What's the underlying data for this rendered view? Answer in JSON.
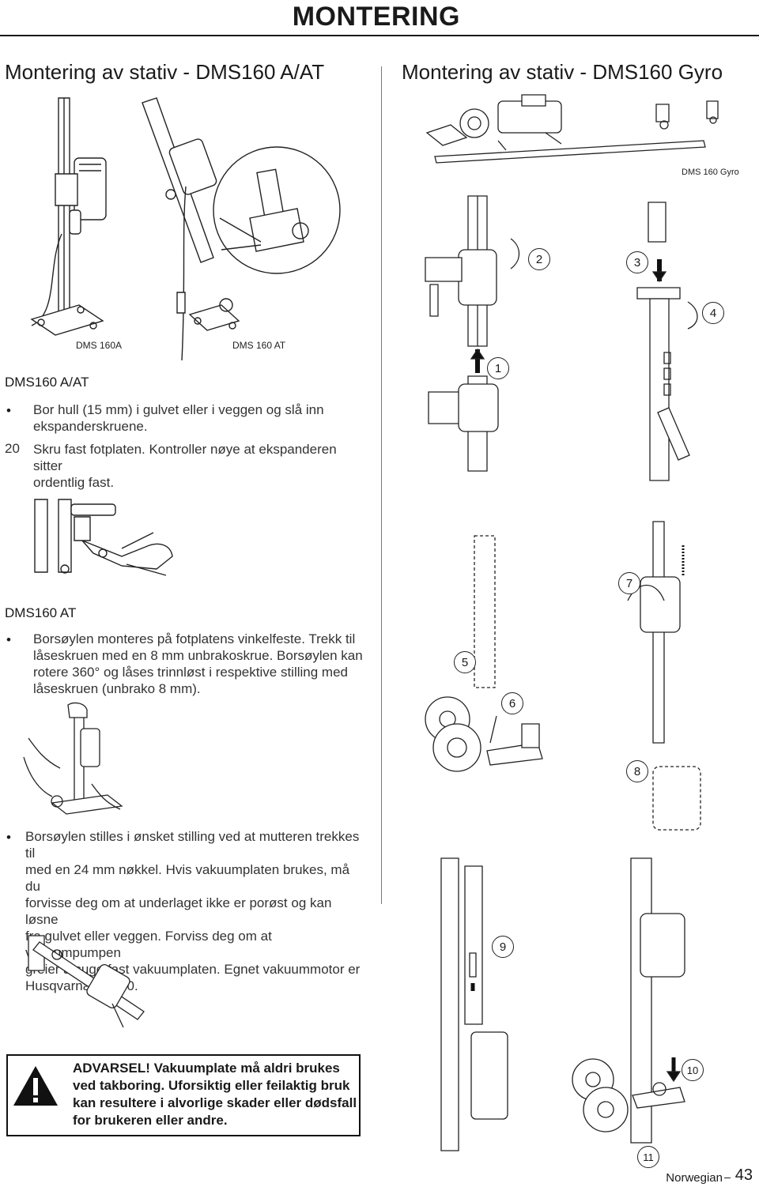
{
  "header": {
    "title": "MONTERING"
  },
  "left": {
    "section_title": "Montering av stativ - DMS160 A/AT",
    "captions": {
      "dms160a": "DMS 160A",
      "dms160at": "DMS 160 AT"
    },
    "sub1": "DMS160 A/AT",
    "sub1_items": [
      {
        "marker": "•",
        "lines": [
          "Bor hull (15 mm) i gulvet eller i veggen og slå inn",
          "ekspanderskruene."
        ]
      },
      {
        "marker": "20",
        "lines": [
          "Skru fast fotplaten. Kontroller nøye at ekspanderen sitter",
          "ordentlig fast."
        ]
      }
    ],
    "sub2": "DMS160 AT",
    "sub2_items": [
      {
        "marker": "•",
        "lines": [
          "Borsøylen monteres på fotplatens vinkelfeste. Trekk til",
          "låseskruen med en 8 mm unbrakoskrue. Borsøylen kan",
          "rotere 360° og låses trinnløst i respektive stilling med",
          "låseskruen (unbrako 8 mm)."
        ]
      }
    ],
    "item3": {
      "marker": "•",
      "lines": [
        "Borsøylen stilles i ønsket stilling ved at mutteren trekkes til",
        "med en 24 mm nøkkel. Hvis vakuumplaten brukes, må du",
        "forvisse deg om at underlaget ikke er porøst og kan løsne",
        "fra gulvet eller veggen. Forviss deg om at vakuumpumpen",
        "greier å suge fast vakuumplaten. Egnet vakuummotor er",
        "Husqvarna VP200."
      ]
    },
    "warning": {
      "icon": "warning-triangle-icon",
      "lines": [
        "ADVARSEL! Vakuumplate må aldri brukes",
        "ved takboring. Uforsiktig eller feilaktig bruk",
        "kan resultere i alvorlige skader eller dødsfall",
        "for brukeren eller andre."
      ]
    }
  },
  "right": {
    "section_title": "Montering av stativ - DMS160 Gyro",
    "caption_gyro": "DMS 160 Gyro",
    "steps": [
      "1",
      "2",
      "3",
      "4",
      "5",
      "6",
      "7",
      "8",
      "9",
      "10",
      "11"
    ]
  },
  "footer": {
    "language": "Norwegian",
    "page": "43"
  }
}
